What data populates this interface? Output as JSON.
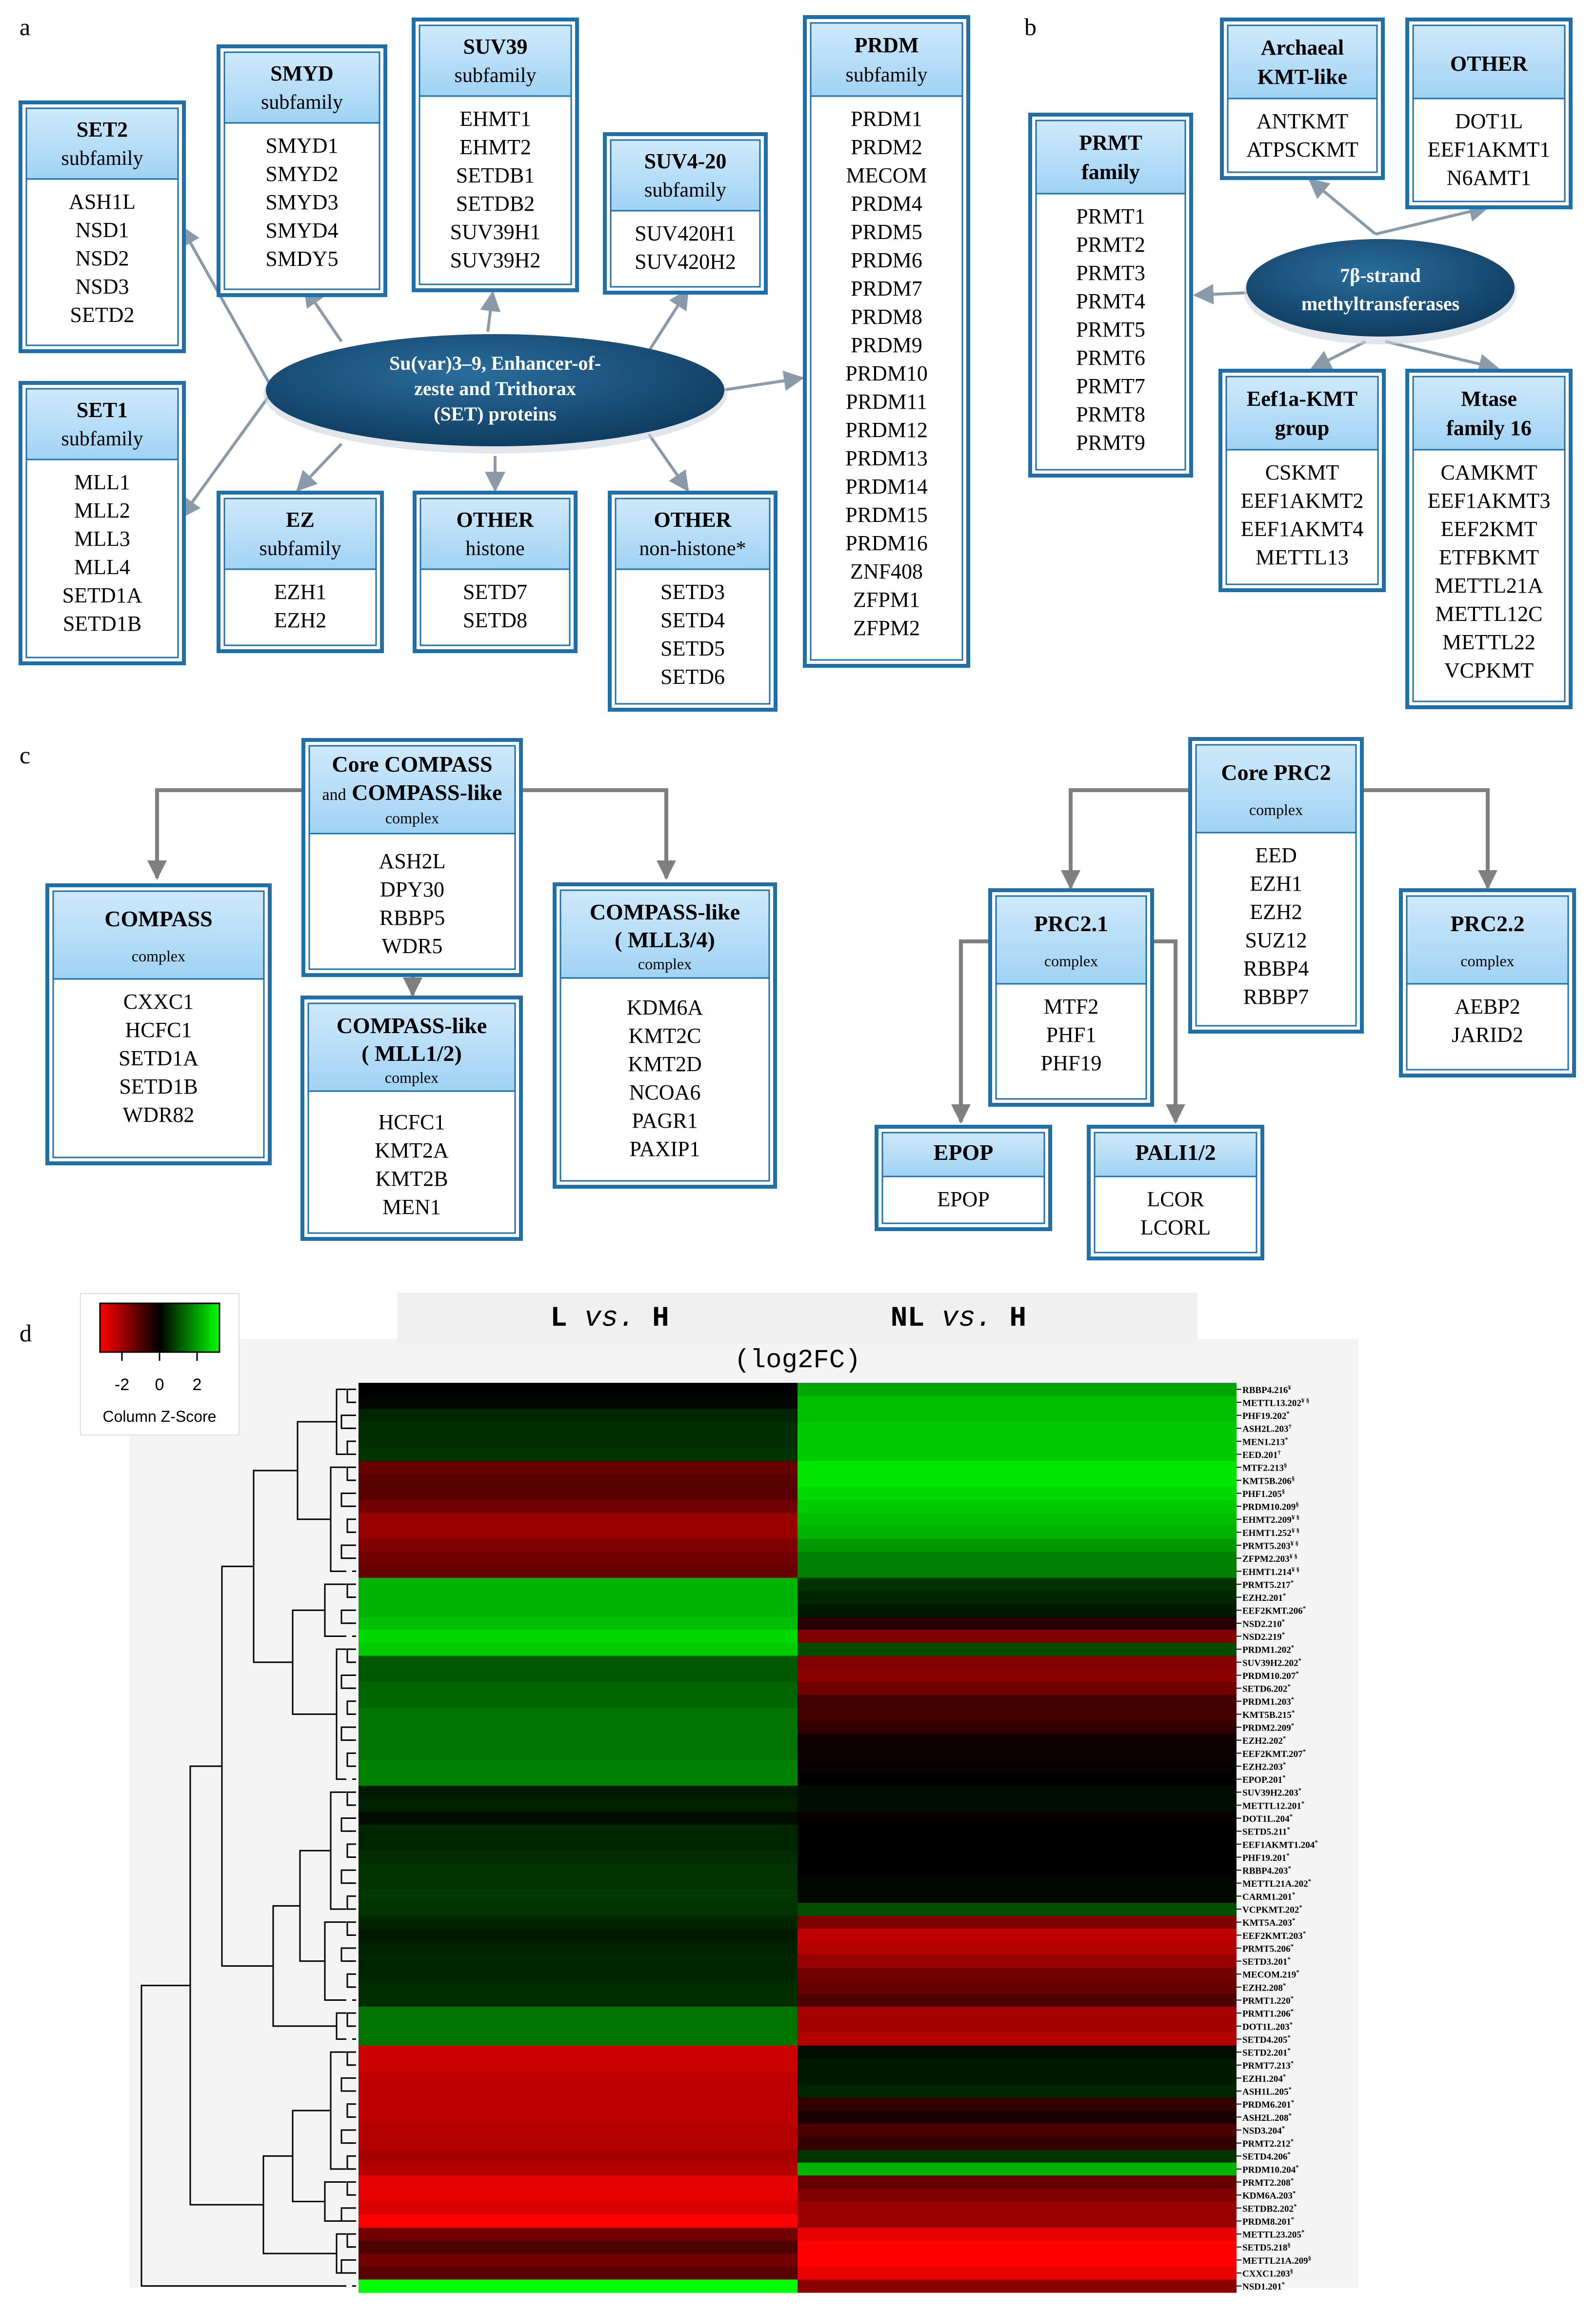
{
  "panel_a": {
    "label": "a",
    "hub": [
      "Su(var)3–9, Enhancer-of-",
      "zeste and Trithorax",
      "(SET) proteins"
    ],
    "boxes": {
      "set2": {
        "title": "SET2",
        "subtitle": "subfamily",
        "items": [
          "ASH1L",
          "NSD1",
          "NSD2",
          "NSD3",
          "SETD2"
        ]
      },
      "set1": {
        "title": "SET1",
        "subtitle": "subfamily",
        "items": [
          "MLL1",
          "MLL2",
          "MLL3",
          "MLL4",
          "SETD1A",
          "SETD1B"
        ]
      },
      "smyd": {
        "title": "SMYD",
        "subtitle": "subfamily",
        "items": [
          "SMYD1",
          "SMYD2",
          "SMYD3",
          "SMYD4",
          "SMDY5"
        ]
      },
      "suv39": {
        "title": "SUV39",
        "subtitle": "subfamily",
        "items": [
          "EHMT1",
          "EHMT2",
          "SETDB1",
          "SETDB2",
          "SUV39H1",
          "SUV39H2"
        ]
      },
      "suv420": {
        "title": "SUV4-20",
        "subtitle": "subfamily",
        "items": [
          "SUV420H1",
          "SUV420H2"
        ]
      },
      "ez": {
        "title": "EZ",
        "subtitle": "subfamily",
        "items": [
          "EZH1",
          "EZH2"
        ]
      },
      "other_histone": {
        "title": "OTHER",
        "subtitle": "histone",
        "items": [
          "SETD7",
          "SETD8"
        ]
      },
      "other_nonhistone": {
        "title": "OTHER",
        "subtitle": "non-histone*",
        "items": [
          "SETD3",
          "SETD4",
          "SETD5",
          "SETD6"
        ]
      },
      "prdm": {
        "title": "PRDM",
        "subtitle": "subfamily",
        "items": [
          "PRDM1",
          "PRDM2",
          "MECOM",
          "PRDM4",
          "PRDM5",
          "PRDM6",
          "PRDM7",
          "PRDM8",
          "PRDM9",
          "PRDM10",
          "PRDM11",
          "PRDM12",
          "PRDM13",
          "PRDM14",
          "PRDM15",
          "PRDM16",
          "ZNF408",
          "ZFPM1",
          "ZFPM2"
        ]
      }
    }
  },
  "panel_b": {
    "label": "b",
    "hub": [
      "7β-strand",
      "methyltransferases"
    ],
    "boxes": {
      "prmt": {
        "title": "PRMT",
        "subtitle": "family",
        "items": [
          "PRMT1",
          "PRMT2",
          "PRMT3",
          "PRMT4",
          "PRMT5",
          "PRMT6",
          "PRMT7",
          "PRMT8",
          "PRMT9"
        ]
      },
      "archaeal": {
        "title": "Archaeal",
        "subtitle": "KMT-like",
        "items": [
          "ANTKMT",
          "ATPSCKMT"
        ]
      },
      "other": {
        "title": "OTHER",
        "subtitle": "",
        "items": [
          "DOT1L",
          "EEF1AKMT1",
          "N6AMT1"
        ]
      },
      "eef1a": {
        "title": "Eef1a-KMT",
        "subtitle": "group",
        "items": [
          "CSKMT",
          "EEF1AKMT2",
          "EEF1AKMT4",
          "METTL13"
        ]
      },
      "mtase16": {
        "title": "Mtase",
        "subtitle": "family 16",
        "items": [
          "CAMKMT",
          "EEF1AKMT3",
          "EEF2KMT",
          "ETFBKMT",
          "METTL21A",
          "METTL12C",
          "METTL22",
          "VCPKMT"
        ]
      }
    }
  },
  "panel_c": {
    "label": "c",
    "core_compass": {
      "title1": "Core COMPASS",
      "title2a": "and",
      "title2b": "COMPASS-like",
      "sub": "complex",
      "items": [
        "ASH2L",
        "DPY30",
        "RBBP5",
        "WDR5"
      ]
    },
    "compass": {
      "title": "COMPASS",
      "sub": "complex",
      "items": [
        "CXXC1",
        "HCFC1",
        "SETD1A",
        "SETD1B",
        "WDR82"
      ]
    },
    "mll12": {
      "title1": "COMPASS-like",
      "title2": "( MLL1/2)",
      "sub": "complex",
      "items": [
        "HCFC1",
        "KMT2A",
        "KMT2B",
        "MEN1"
      ]
    },
    "mll34": {
      "title1": "COMPASS-like",
      "title2": "( MLL3/4)",
      "sub": "complex",
      "items": [
        "KDM6A",
        "KMT2C",
        "KMT2D",
        "NCOA6",
        "PAGR1",
        "PAXIP1"
      ]
    },
    "core_prc2": {
      "title": "Core PRC2",
      "sub": "complex",
      "items": [
        "EED",
        "EZH1",
        "EZH2",
        "SUZ12",
        "RBBP4",
        "RBBP7"
      ]
    },
    "prc21": {
      "title": "PRC2.1",
      "sub": "complex",
      "items": [
        "MTF2",
        "PHF1",
        "PHF19"
      ]
    },
    "prc22": {
      "title": "PRC2.2",
      "sub": "complex",
      "items": [
        "AEBP2",
        "JARID2"
      ]
    },
    "epop": {
      "title": "EPOP",
      "items": [
        "EPOP"
      ]
    },
    "pali": {
      "title": "PALI1/2",
      "items": [
        "LCOR",
        "LCORL"
      ]
    }
  },
  "panel_d": {
    "label": "d",
    "col1_a": "L",
    "col1_b": "vs.",
    "col1_c": "H",
    "col2_a": "NL",
    "col2_b": "vs.",
    "col2_c": "H",
    "subtitle": "(log2FC)",
    "legend_title": "Column Z-Score",
    "legend_ticks": [
      "-2",
      "0",
      "2"
    ],
    "colors": {
      "low": "#ff0000",
      "mid": "#000000",
      "high": "#00ff00"
    },
    "rows": [
      {
        "label": "RBBP4.216",
        "sup": "¥",
        "l": 0.0,
        "nl": 1.3
      },
      {
        "label": "METTL13.202",
        "sup": "¥ §",
        "l": 0.05,
        "nl": 1.5
      },
      {
        "label": "PHF19.202",
        "sup": "*",
        "l": 0.3,
        "nl": 1.5
      },
      {
        "label": "ASH2L.203",
        "sup": "†",
        "l": 0.35,
        "nl": 1.6
      },
      {
        "label": "MEN1.213",
        "sup": "*",
        "l": 0.35,
        "nl": 1.6
      },
      {
        "label": "EED.201",
        "sup": "†",
        "l": 0.4,
        "nl": 1.6
      },
      {
        "label": "MTF2.213",
        "sup": "§",
        "l": -0.8,
        "nl": 1.8
      },
      {
        "label": "KMT5B.206",
        "sup": "§",
        "l": -0.7,
        "nl": 1.8
      },
      {
        "label": "PHF1.205",
        "sup": "§",
        "l": -0.7,
        "nl": 1.7
      },
      {
        "label": "PRDM10.209",
        "sup": "§",
        "l": -0.9,
        "nl": 1.6
      },
      {
        "label": "EHMT2.209",
        "sup": "¥ §",
        "l": -1.2,
        "nl": 1.5
      },
      {
        "label": "EHMT1.252",
        "sup": "¥ §",
        "l": -1.2,
        "nl": 1.4
      },
      {
        "label": "PRMT5.203",
        "sup": "¥ §",
        "l": -1.0,
        "nl": 1.2
      },
      {
        "label": "ZFPM2.203",
        "sup": "¥ §",
        "l": -0.9,
        "nl": 1.0
      },
      {
        "label": "EHMT1.214",
        "sup": "¥ §",
        "l": -0.8,
        "nl": 1.0
      },
      {
        "label": "PRMT5.217",
        "sup": "*",
        "l": 1.4,
        "nl": 0.4
      },
      {
        "label": "EZH2.201",
        "sup": "*",
        "l": 1.4,
        "nl": 0.3
      },
      {
        "label": "EEF2KMT.206",
        "sup": "*",
        "l": 1.4,
        "nl": 0.2
      },
      {
        "label": "NSD2.210",
        "sup": "*",
        "l": 1.5,
        "nl": -0.3
      },
      {
        "label": "NSD2.219",
        "sup": "*",
        "l": 1.7,
        "nl": -1.0
      },
      {
        "label": "PRDM1.202",
        "sup": "*",
        "l": 1.6,
        "nl": 0.6
      },
      {
        "label": "SUV39H2.202",
        "sup": "*",
        "l": 0.7,
        "nl": -1.0
      },
      {
        "label": "PRDM10.207",
        "sup": "*",
        "l": 0.7,
        "nl": -1.1
      },
      {
        "label": "SETD6.202",
        "sup": "*",
        "l": 0.8,
        "nl": -0.9
      },
      {
        "label": "PRDM1.203",
        "sup": "*",
        "l": 0.8,
        "nl": -0.5
      },
      {
        "label": "KMT5B.215",
        "sup": "*",
        "l": 0.9,
        "nl": -0.5
      },
      {
        "label": "PRDM2.209",
        "sup": "*",
        "l": 0.9,
        "nl": -0.4
      },
      {
        "label": "EZH2.202",
        "sup": "*",
        "l": 0.9,
        "nl": -0.1
      },
      {
        "label": "EEF2KMT.207",
        "sup": "*",
        "l": 0.9,
        "nl": -0.1
      },
      {
        "label": "EZH2.203",
        "sup": "*",
        "l": 1.0,
        "nl": -0.05
      },
      {
        "label": "EPOP.201",
        "sup": "*",
        "l": 1.0,
        "nl": 0.0
      },
      {
        "label": "SUV39H2.203",
        "sup": "*",
        "l": 0.2,
        "nl": 0.1
      },
      {
        "label": "METTL12.201",
        "sup": "*",
        "l": 0.25,
        "nl": 0.1
      },
      {
        "label": "DOT1L.204",
        "sup": "*",
        "l": 0.1,
        "nl": -0.05
      },
      {
        "label": "SETD5.211",
        "sup": "*",
        "l": 0.3,
        "nl": 0.0
      },
      {
        "label": "EEF1AKMT1.204",
        "sup": "*",
        "l": 0.3,
        "nl": 0.0
      },
      {
        "label": "PHF19.201",
        "sup": "*",
        "l": 0.35,
        "nl": 0.0
      },
      {
        "label": "RBBP4.203",
        "sup": "*",
        "l": 0.4,
        "nl": 0.0
      },
      {
        "label": "METTL21A.202",
        "sup": "*",
        "l": 0.4,
        "nl": 0.05
      },
      {
        "label": "CARM1.201",
        "sup": "*",
        "l": 0.45,
        "nl": 0.05
      },
      {
        "label": "VCPKMT.202",
        "sup": "*",
        "l": 0.4,
        "nl": 0.6
      },
      {
        "label": "KMT5A.203",
        "sup": "*",
        "l": 0.3,
        "nl": -1.0
      },
      {
        "label": "EEF2KMT.203",
        "sup": "*",
        "l": 0.2,
        "nl": -1.5
      },
      {
        "label": "PRMT5.206",
        "sup": "*",
        "l": 0.25,
        "nl": -1.4
      },
      {
        "label": "SETD3.201",
        "sup": "*",
        "l": 0.3,
        "nl": -1.2
      },
      {
        "label": "MECOM.219",
        "sup": "*",
        "l": 0.3,
        "nl": -0.9
      },
      {
        "label": "EZH2.208",
        "sup": "*",
        "l": 0.35,
        "nl": -0.8
      },
      {
        "label": "PRMT1.220",
        "sup": "*",
        "l": 0.35,
        "nl": -0.6
      },
      {
        "label": "PRMT1.206",
        "sup": "*",
        "l": 0.9,
        "nl": -1.3
      },
      {
        "label": "DOT1L.203",
        "sup": "*",
        "l": 0.9,
        "nl": -1.3
      },
      {
        "label": "SETD4.205",
        "sup": "*",
        "l": 0.9,
        "nl": -1.4
      },
      {
        "label": "SETD2.201",
        "sup": "*",
        "l": -1.6,
        "nl": 0.1
      },
      {
        "label": "PRMT7.213",
        "sup": "*",
        "l": -1.6,
        "nl": 0.2
      },
      {
        "label": "EZH1.204",
        "sup": "*",
        "l": -1.5,
        "nl": 0.2
      },
      {
        "label": "ASH1L.205",
        "sup": "*",
        "l": -1.5,
        "nl": 0.3
      },
      {
        "label": "PRDM6.201",
        "sup": "*",
        "l": -1.5,
        "nl": -0.4
      },
      {
        "label": "ASH2L.208",
        "sup": "*",
        "l": -1.5,
        "nl": -0.2
      },
      {
        "label": "NSD3.204",
        "sup": "*",
        "l": -1.4,
        "nl": -0.6
      },
      {
        "label": "PRMT2.212",
        "sup": "*",
        "l": -1.4,
        "nl": -0.4
      },
      {
        "label": "SETD4.206",
        "sup": "*",
        "l": -1.3,
        "nl": 0.4
      },
      {
        "label": "PRDM10.204",
        "sup": "*",
        "l": -1.4,
        "nl": 1.4
      },
      {
        "label": "PRMT2.208",
        "sup": "*",
        "l": -1.8,
        "nl": -0.8
      },
      {
        "label": "KDM6A.203",
        "sup": "*",
        "l": -1.8,
        "nl": -1.0
      },
      {
        "label": "SETDB2.202",
        "sup": "*",
        "l": -1.7,
        "nl": -1.2
      },
      {
        "label": "PRDM8.201",
        "sup": "*",
        "l": -2.0,
        "nl": -1.2
      },
      {
        "label": "METTL23.205",
        "sup": "*",
        "l": -0.9,
        "nl": -1.8
      },
      {
        "label": "SETD5.218",
        "sup": "§",
        "l": -0.6,
        "nl": -2.0
      },
      {
        "label": "METTL21A.209",
        "sup": "§",
        "l": -0.9,
        "nl": -2.0
      },
      {
        "label": "CXXC1.203",
        "sup": "§",
        "l": -0.7,
        "nl": -1.8
      },
      {
        "label": "NSD1.201",
        "sup": "*",
        "l": 2.0,
        "nl": -1.1
      }
    ]
  }
}
